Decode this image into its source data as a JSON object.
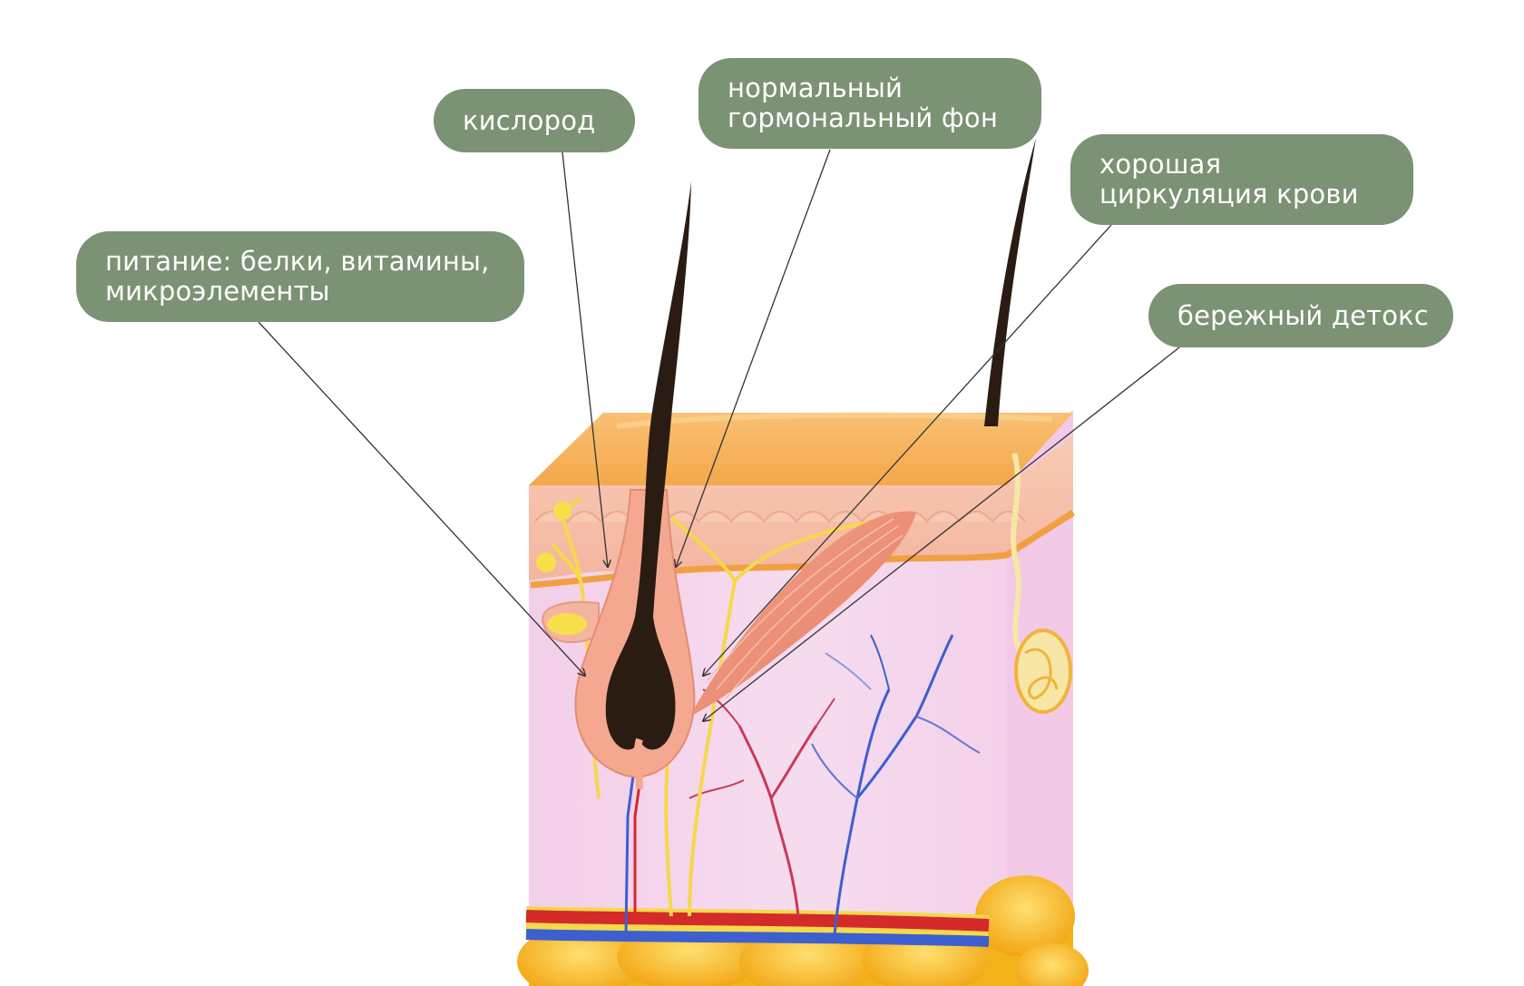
{
  "callouts": {
    "oxygen": {
      "lines": [
        "кислород"
      ]
    },
    "hormone": {
      "lines": [
        "нормальный",
        "гормональный фон"
      ]
    },
    "circulation": {
      "lines": [
        "хорошая",
        "циркуляция крови"
      ]
    },
    "nutrition": {
      "lines": [
        "питание: белки, витамины,",
        "микроэлементы"
      ]
    },
    "detox": {
      "lines": [
        "бережный детокс"
      ]
    }
  },
  "colors": {
    "callout_bg": "#7b9275",
    "callout_text": "#ffffff",
    "leader_line": "#333333",
    "hair": "#2a1c12",
    "skin_top": "#f7b366",
    "epidermis": "#f6c2ad",
    "dermis": "#f5d4ec",
    "fat": "#f5b81a",
    "nerve": "#f5d94a",
    "artery": "#d42a2a",
    "vein": "#3d5fd0"
  }
}
